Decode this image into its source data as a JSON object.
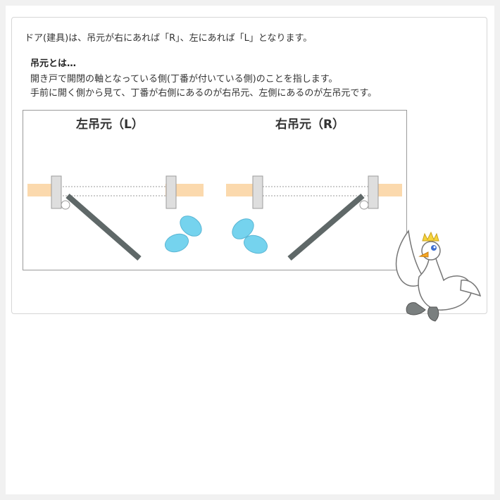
{
  "intro": "ドア(建具)は、吊元が右にあれば「R」、左にあれば「L」となります。",
  "definition": {
    "heading": "吊元とは…",
    "line1": "開き戸で開閉の軸となっている側(丁番が付いている側)のことを指します。",
    "line2": "手前に開く側から見て、丁番が右側にあるのが右吊元、左側にあるのが左吊元です。"
  },
  "diagram": {
    "left_label": "左吊元（L）",
    "right_label": "右吊元（R）"
  },
  "colors": {
    "wall": "#fbd9ad",
    "frame": "#dcdcdc",
    "door": "#5f6868",
    "footprint": "#75d3ee",
    "border": "#9a9a9a"
  },
  "icons": {
    "footprint": "footprints-icon",
    "mascot": "swan-mascot-icon"
  }
}
